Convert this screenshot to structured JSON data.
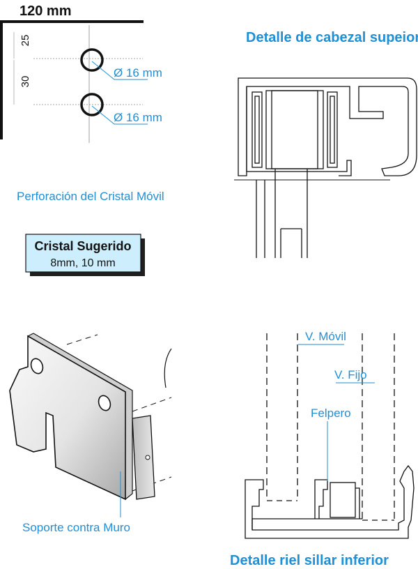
{
  "drilling": {
    "width_label": "120 mm",
    "offset_top": "25",
    "spacing": "30",
    "hole_1_diameter": "Ø 16 mm",
    "hole_2_diameter": "Ø 16 mm",
    "caption": "Perforación del Cristal Móvil"
  },
  "suggested_glass": {
    "title": "Cristal Sugerido",
    "value": "8mm, 10 mm"
  },
  "header_detail": {
    "title": "Detalle de cabezal supeior"
  },
  "bracket": {
    "caption": "Soporte contra Muro"
  },
  "sill_detail": {
    "title": "Detalle riel sillar inferior",
    "label_moving": "V. Móvil",
    "label_fixed": "V. Fijo",
    "label_weatherstrip": "Felpero"
  },
  "colors": {
    "accent": "#1f8fd6",
    "box_fill": "#cdeefc",
    "line": "#111111"
  }
}
